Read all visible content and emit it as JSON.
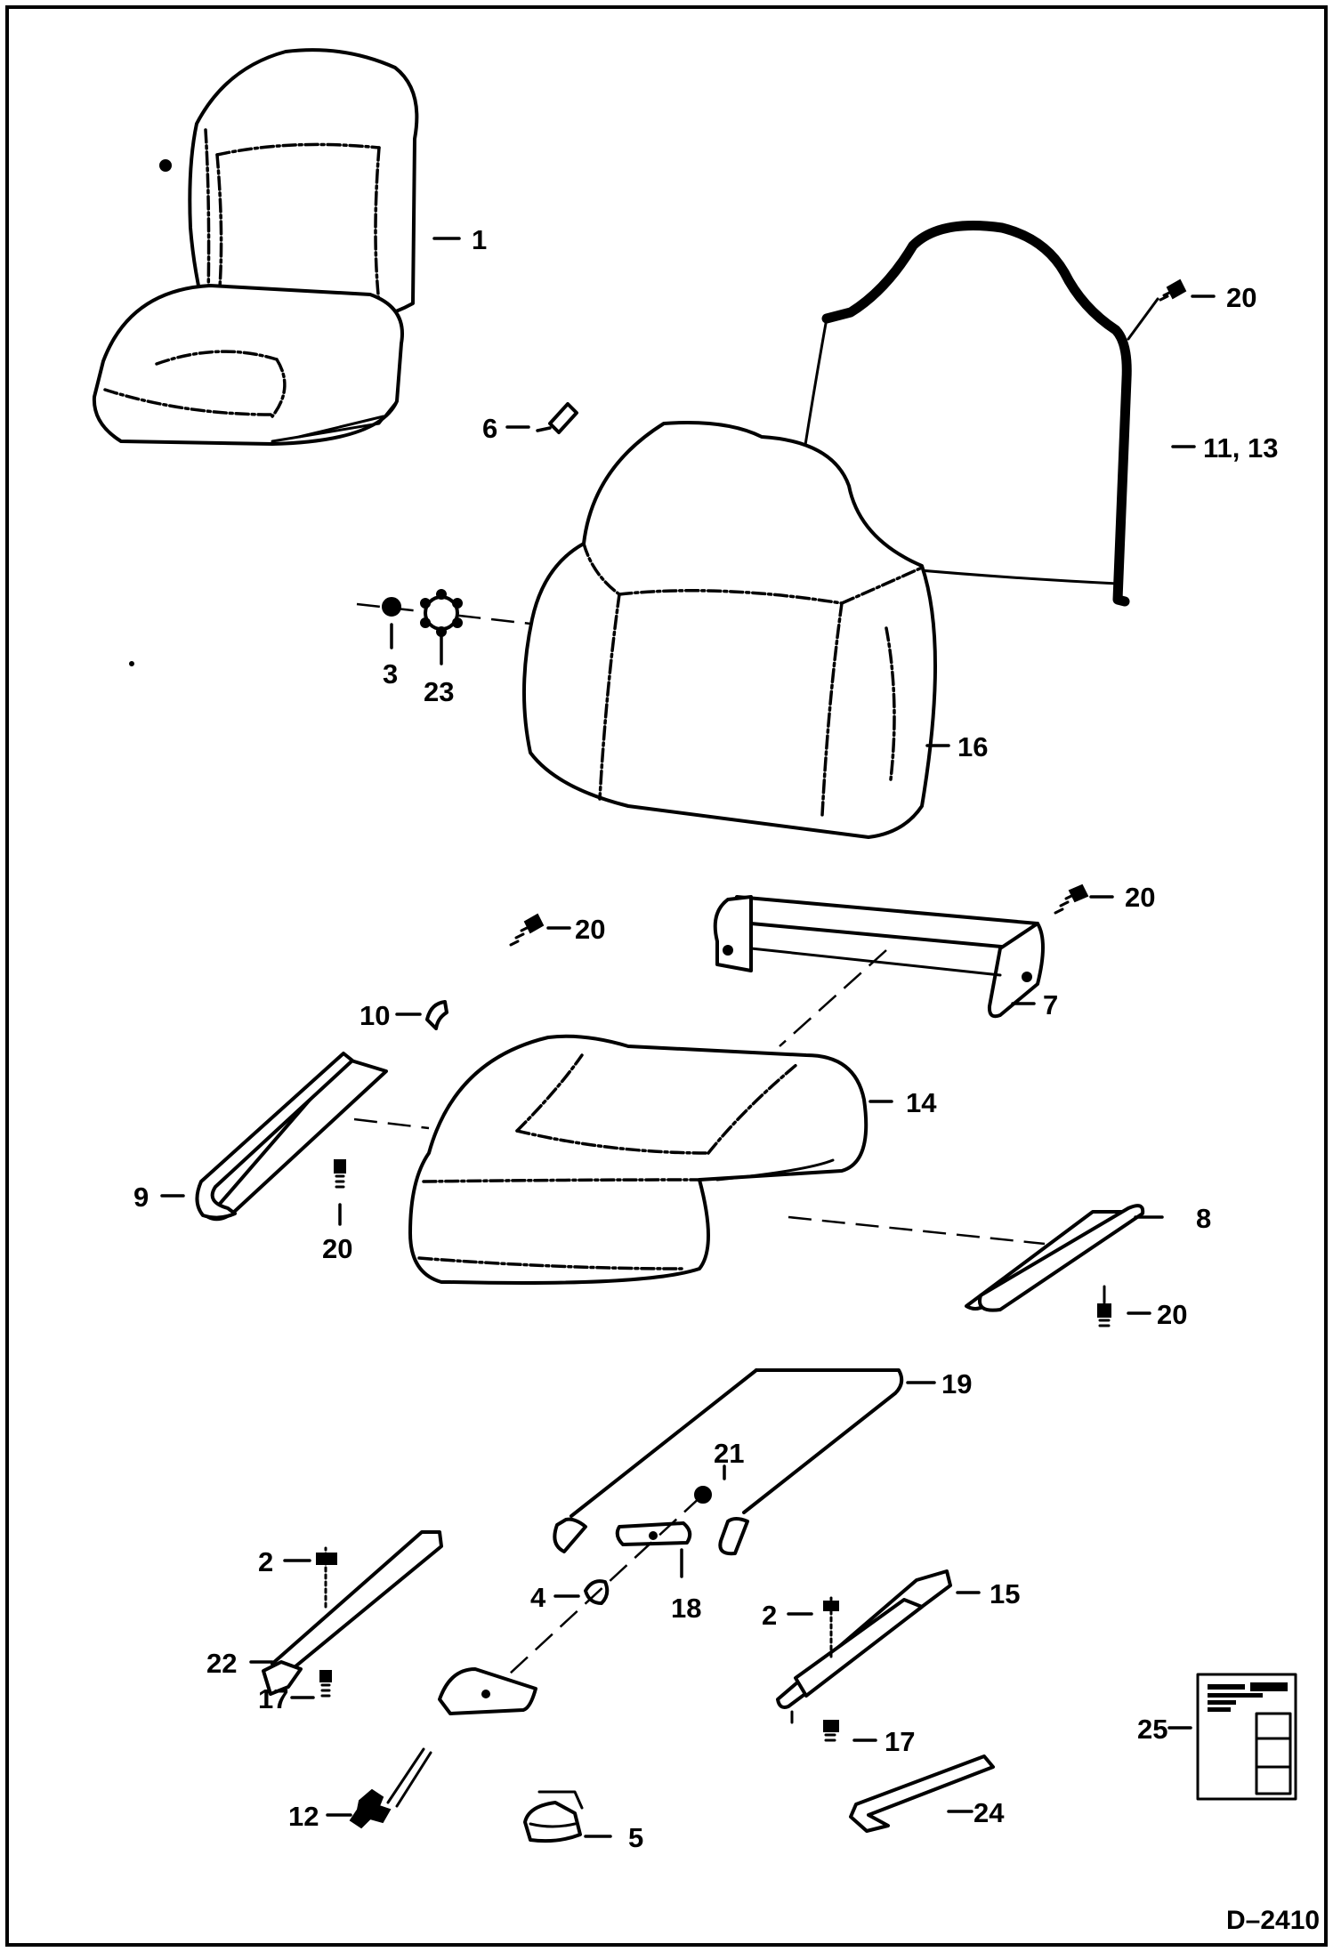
{
  "diagram": {
    "drawing_number": "D–2410",
    "callouts": {
      "c1": "1",
      "c2a": "2",
      "c2b": "2",
      "c3": "3",
      "c4": "4",
      "c5": "5",
      "c6": "6",
      "c7": "7",
      "c8": "8",
      "c9": "9",
      "c10": "10",
      "c11_13": "11, 13",
      "c12": "12",
      "c14": "14",
      "c15": "15",
      "c16": "16",
      "c17a": "17",
      "c17b": "17",
      "c18": "18",
      "c19": "19",
      "c20a": "20",
      "c20b": "20",
      "c20c": "20",
      "c20d": "20",
      "c20e": "20",
      "c21": "21",
      "c22": "22",
      "c23": "23",
      "c24": "24",
      "c25": "25"
    }
  }
}
